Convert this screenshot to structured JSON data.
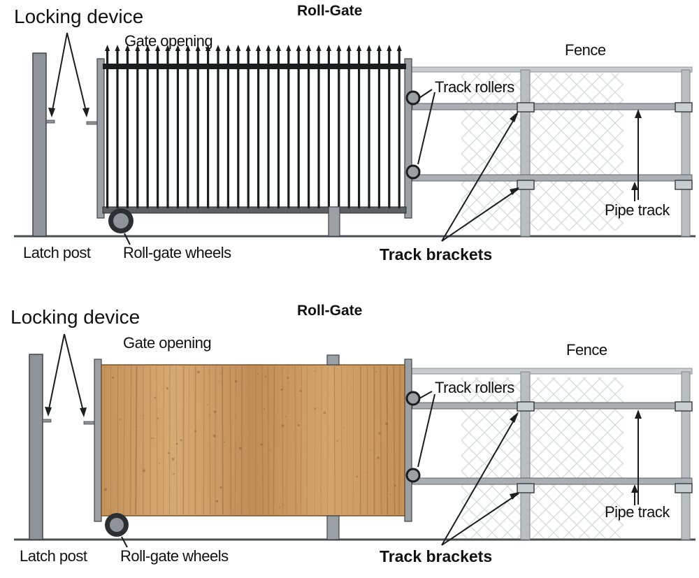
{
  "colors": {
    "steel": "#3f4447",
    "rail": "#8e9498",
    "rail_light": "#c8cdd0",
    "mesh": "#d5d9dc",
    "ground": "#4a4f52",
    "wood": "#c99a62",
    "wood_dark": "#9c6d3f",
    "bar": "#1b1d1f"
  },
  "diagrams": [
    {
      "title": "Roll-Gate",
      "gate_style": "iron-bars",
      "labels": {
        "locking_device": "Locking device",
        "gate_opening": "Gate opening",
        "fence": "Fence",
        "track_rollers": "Track rollers",
        "pipe_track": "Pipe track",
        "latch_post": "Latch post",
        "roll_gate_wheels": "Roll-gate wheels",
        "track_brackets": "Track brackets"
      }
    },
    {
      "title": "Roll-Gate",
      "gate_style": "wood-panel",
      "labels": {
        "locking_device": "Locking device",
        "gate_opening": "Gate opening",
        "fence": "Fence",
        "track_rollers": "Track rollers",
        "pipe_track": "Pipe track",
        "latch_post": "Latch post",
        "roll_gate_wheels": "Roll-gate wheels",
        "track_brackets": "Track brackets"
      }
    }
  ]
}
